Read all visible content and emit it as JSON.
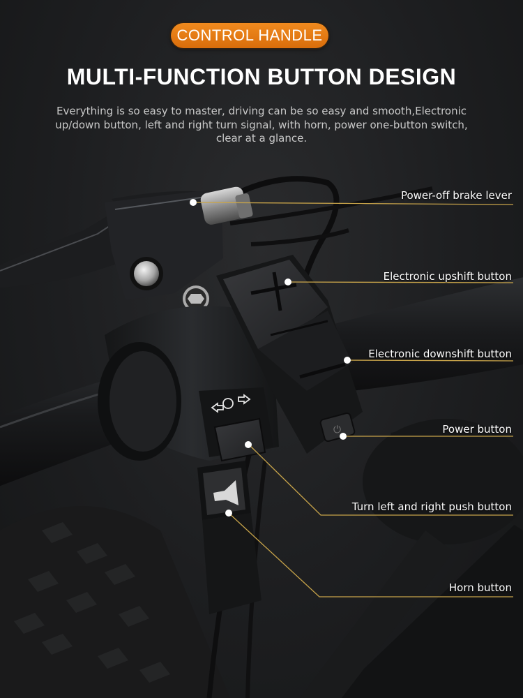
{
  "badge": "CONTROL HANDLE",
  "headline": "MULTI-FUNCTION BUTTON DESIGN",
  "subtitle": [
    "Everything is so easy to master, driving can be so easy and smooth,Electronic",
    "up/down button, left and right turn signal, with horn, power one-button switch,",
    "clear at a glance."
  ],
  "colors": {
    "badge": "#e97c14",
    "leader_line": "#c8a44a",
    "background": "#1b1c1d"
  },
  "callouts": [
    {
      "label": "Power-off brake lever"
    },
    {
      "label": "Electronic upshift button"
    },
    {
      "label": "Electronic downshift button"
    },
    {
      "label": "Power button"
    },
    {
      "label": "Turn left and right push button"
    },
    {
      "label": "Horn button"
    }
  ],
  "icons": [
    "plus-icon",
    "minus-icon",
    "turn-arrows-icon",
    "horn-icon",
    "power-icon"
  ]
}
